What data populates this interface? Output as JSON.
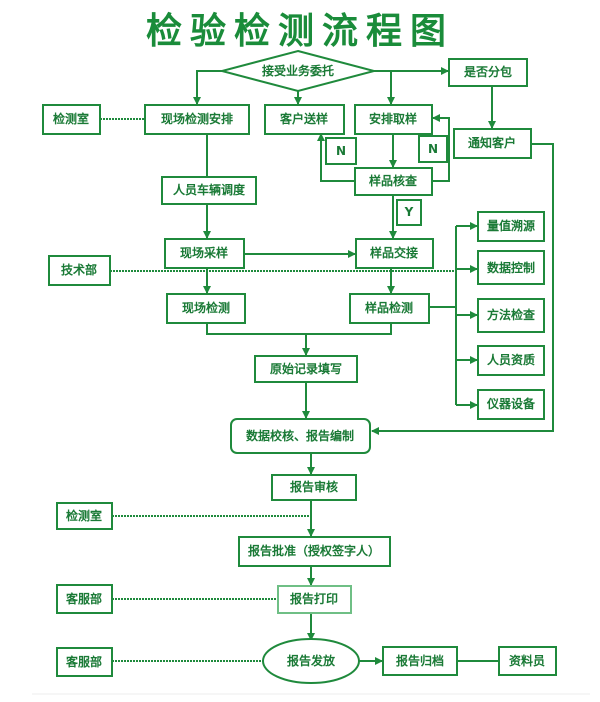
{
  "title": "检验检测流程图",
  "colors": {
    "primary": "#1f8a3c",
    "text": "#1a7a36",
    "title": "#1a8c3a"
  },
  "nodes": {
    "accept": "接受业务委托",
    "subcontract": "是否分包",
    "lab_top": "检测室",
    "onsite_arrange": "现场检测安排",
    "client_delivery": "客户送样",
    "arrange_sampling": "安排取样",
    "notify_client": "通知客户",
    "staff_dispatch": "人员车辆调度",
    "sample_check": "样品核查",
    "no_left": "N",
    "no_right": "N",
    "yes": "Y",
    "onsite_sampling": "现场采样",
    "sample_handover": "样品交接",
    "tech_dept": "技术部",
    "onsite_test": "现场检测",
    "sample_test": "样品检测",
    "traceability": "量值溯源",
    "data_control": "数据控制",
    "method_check": "方法检查",
    "staff_qualification": "人员资质",
    "instrument": "仪器设备",
    "raw_record": "原始记录填写",
    "data_verify": "数据校核、报告编制",
    "report_review": "报告审核",
    "lab_bottom": "检测室",
    "report_approve": "报告批准（授权签字人）",
    "cs_dept_1": "客服部",
    "report_print": "报告打印",
    "cs_dept_2": "客服部",
    "report_issue": "报告发放",
    "report_archive": "报告归档",
    "archivist": "资料员"
  }
}
